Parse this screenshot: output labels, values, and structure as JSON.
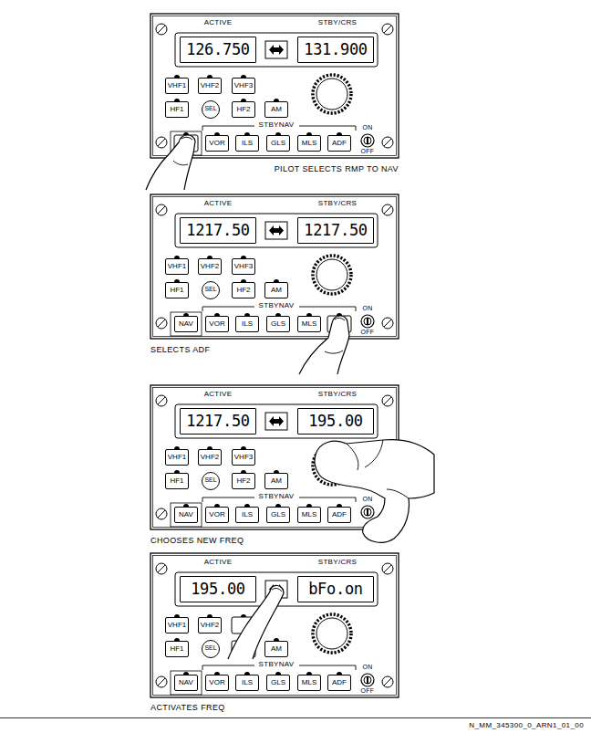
{
  "diagram": {
    "nodes": [
      {
        "text": [
          "ACTIVE",
          "STBY/CRS",
          "STBYNAV",
          "ON",
          "OFF"
        ]
      },
      {
        "text": [
          "126.750"
        ],
        "in": 0
      },
      {
        "text": [
          "131.900"
        ],
        "in": 0
      },
      {
        "text": [
          "VHF1"
        ],
        "in": 0
      },
      {
        "text": [
          "VHF2"
        ],
        "in": 0
      },
      {
        "text": [
          "VHF3"
        ],
        "in": 0
      },
      {
        "text": [
          "HF1"
        ],
        "in": 0
      },
      {
        "text": [
          "SEL"
        ],
        "in": 0
      },
      {
        "text": [
          "HF2"
        ],
        "in": 0
      },
      {
        "text": [
          "AM"
        ],
        "in": 0
      },
      {
        "text": [
          "VOR"
        ],
        "in": 0
      },
      {
        "text": [
          "ILS"
        ],
        "in": 0
      },
      {
        "text": [
          "GLS"
        ],
        "in": 0
      },
      {
        "text": [
          "MLS"
        ],
        "in": 0
      },
      {
        "text": [
          "ADF"
        ],
        "in": 0
      },
      {
        "text": [
          "ACTIVE",
          "STBY/CRS",
          "STBYNAV",
          "ON",
          "OFF"
        ]
      },
      {
        "text": [
          "1217.50"
        ],
        "in": 15
      },
      {
        "text": [
          "1217.50"
        ],
        "in": 15
      },
      {
        "text": [
          "VHF1"
        ],
        "in": 15
      },
      {
        "text": [
          "VHF2"
        ],
        "in": 15
      },
      {
        "text": [
          "VHF3"
        ],
        "in": 15
      },
      {
        "text": [
          "HF1"
        ],
        "in": 15
      },
      {
        "text": [
          "SEL"
        ],
        "in": 15
      },
      {
        "text": [
          "HF2"
        ],
        "in": 15
      },
      {
        "text": [
          "AM"
        ],
        "in": 15
      },
      {
        "text": [
          "NAV"
        ],
        "in": 15
      },
      {
        "text": [
          "VOR"
        ],
        "in": 15
      },
      {
        "text": [
          "ILS"
        ],
        "in": 15
      },
      {
        "text": [
          "GLS"
        ],
        "in": 15
      },
      {
        "text": [
          "MLS"
        ],
        "in": 15
      },
      {
        "text": [
          "ACTIVE",
          "STBY/CRS",
          "STBYNAV",
          "ON"
        ]
      },
      {
        "text": [
          "1217.50"
        ],
        "in": 30
      },
      {
        "text": [
          "195.00"
        ],
        "in": 30
      },
      {
        "text": [
          "VHF1"
        ],
        "in": 30
      },
      {
        "text": [
          "VHF2"
        ],
        "in": 30
      },
      {
        "text": [
          "VHF3"
        ],
        "in": 30
      },
      {
        "text": [
          "HF1"
        ],
        "in": 30
      },
      {
        "text": [
          "SEL"
        ],
        "in": 30
      },
      {
        "text": [
          "HF2"
        ],
        "in": 30
      },
      {
        "text": [
          "AM"
        ],
        "in": 30
      },
      {
        "text": [
          "NAV"
        ],
        "in": 30
      },
      {
        "text": [
          "VOR"
        ],
        "in": 30
      },
      {
        "text": [
          "ILS"
        ],
        "in": 30
      },
      {
        "text": [
          "GLS"
        ],
        "in": 30
      },
      {
        "text": [
          "MLS"
        ],
        "in": 30
      },
      {
        "text": [
          "ADF"
        ],
        "in": 30
      },
      {
        "text": [
          "ACTIVE",
          "STBY/CRS",
          "STBYNAV",
          "ON",
          "OFF"
        ]
      },
      {
        "text": [
          "195.00"
        ],
        "in": 46
      },
      {
        "text": [
          "bFo.on"
        ],
        "in": 46
      },
      {
        "text": [
          "VHF1"
        ],
        "in": 46
      },
      {
        "text": [
          "VHF2"
        ],
        "in": 46
      },
      {
        "text": [
          "HF1"
        ],
        "in": 46
      },
      {
        "text": [
          "SEL"
        ],
        "in": 46
      },
      {
        "text": [
          "AM"
        ],
        "in": 46
      },
      {
        "text": [
          "NAV"
        ],
        "in": 46
      },
      {
        "text": [
          "VOR"
        ],
        "in": 46
      },
      {
        "text": [
          "ILS"
        ],
        "in": 46
      },
      {
        "text": [
          "GLS"
        ],
        "in": 46
      },
      {
        "text": [
          "MLS"
        ],
        "in": 46
      },
      {
        "text": [
          "ADF"
        ],
        "in": 46
      }
    ],
    "labels": [
      "PILOT SELECTS RMP TO NAV",
      "SELECTS ADF",
      "CHOOSES NEW FREQ",
      "ACTIVATES FREQ",
      "N_MM_345300_0_ARN1_01_00"
    ]
  }
}
